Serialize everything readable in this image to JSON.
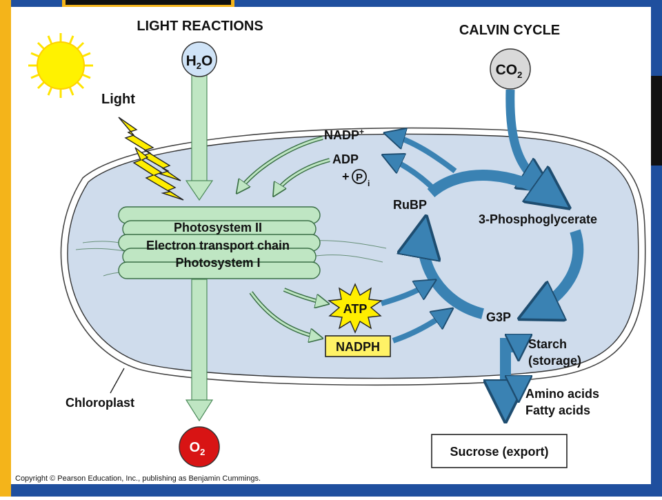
{
  "diagram": {
    "light_reactions_title": "LIGHT REACTIONS",
    "calvin_cycle_title": "CALVIN CYCLE",
    "light_label": "Light",
    "h2o": {
      "main": "H",
      "sub": "2",
      "end": "O"
    },
    "co2": {
      "main": "CO",
      "sub": "2"
    },
    "o2": {
      "main": "O",
      "sub": "2"
    },
    "nadp_plus": {
      "main": "NADP",
      "sup": "+"
    },
    "adp": "ADP",
    "pi": {
      "plus": "+",
      "circle": "P",
      "sub": "i"
    },
    "rubp": "RuBP",
    "phosphoglycerate": "3-Phosphoglycerate",
    "photosystem_lines": [
      "Photosystem II",
      "Electron transport chain",
      "Photosystem I"
    ],
    "atp": "ATP",
    "nadph": "NADPH",
    "g3p": "G3P",
    "starch": [
      "Starch",
      "(storage)"
    ],
    "amino_fatty": [
      "Amino acids",
      "Fatty acids"
    ],
    "sucrose": "Sucrose (export)",
    "chloroplast": "Chloroplast",
    "copyright": "Copyright © Pearson Education, Inc., publishing as Benjamin Cummings.",
    "colors": {
      "frame_blue": "#1f4f9e",
      "frame_yellow": "#f4b41a",
      "chloroplast_fill": "#cfdcec",
      "thylakoid_green": "#bfe6c3",
      "calvin_arrow_blue": "#3a82b3",
      "o2_red": "#d81414",
      "h2o_circle": "#cfe3f7",
      "co2_circle": "#d9d9d9",
      "sun_yellow": "#fff200",
      "nadph_box": "#fff266"
    }
  }
}
